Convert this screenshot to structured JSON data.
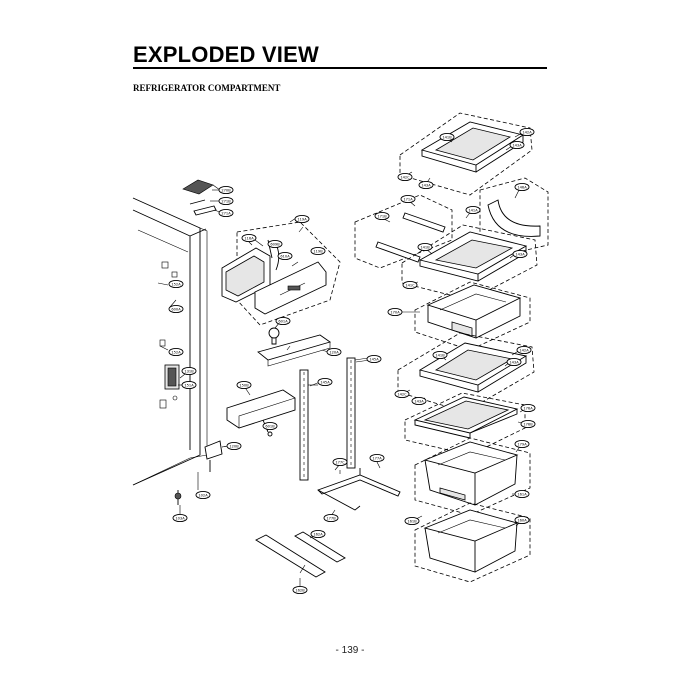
{
  "header": {
    "title": "EXPLODED VIEW",
    "section": "REFRIGERATOR COMPARTMENT"
  },
  "footer": {
    "page_number": "- 139 -"
  },
  "parts": {
    "p270B": "270B",
    "p271B": "271B",
    "p271A": "271A",
    "p119A": "119A",
    "p116A": "116A",
    "p609B": "609B",
    "p610A": "610A",
    "p119B": "119B",
    "p152A": "152A",
    "p600A": "600A",
    "p131B": "131B",
    "p151A": "151A",
    "p601A": "601A",
    "p120A": "120A",
    "p145A_a": "145A",
    "p145A_b": "145A",
    "p150B": "150B",
    "p601B": "601B",
    "p120B": "120B",
    "p102A": "102A",
    "p103A": "103A",
    "p142A_top": "142A",
    "p141B_top": "141B",
    "p143A_top": "143A",
    "p142C_top": "142C",
    "p143A_top2": "143A",
    "p146A": "146A",
    "p171B": "171B",
    "p171A": "171A",
    "p141A": "141A",
    "p141B_mid": "141B",
    "p143A_mid": "143A",
    "p141C": "141C",
    "p170A": "170A",
    "p142A_low": "142A",
    "p141B_low": "141B",
    "p143A_low": "143A",
    "p142C_low": "142C",
    "p143A_low2": "143A",
    "p176A": "176A",
    "p176B": "176B",
    "p179A": "179A",
    "p161A": "161A",
    "p161B": "161B",
    "p160A": "160A",
    "p177C": "177C",
    "p177A": "177A",
    "p177B": "177B",
    "p162A": "162A",
    "p162B": "162B"
  }
}
